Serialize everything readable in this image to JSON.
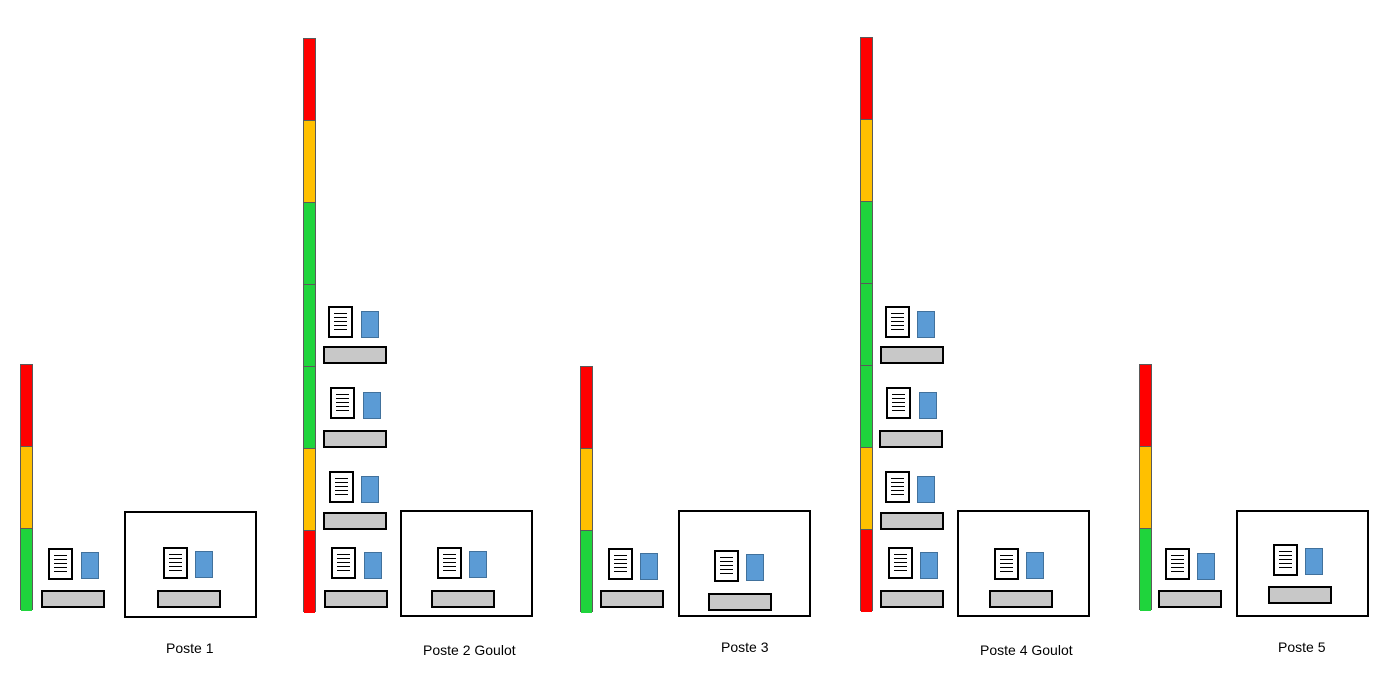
{
  "colors": {
    "red": "#ff0000",
    "orange": "#ffc000",
    "green": "#1fd43c",
    "card_blue": "#5b9bd5",
    "tray_gray": "#c8c8c8"
  },
  "stations": [
    {
      "label": "Poste 1",
      "bottleneck": false,
      "kanban_levels": [
        "red",
        "orange",
        "green"
      ],
      "queued_kits": 1
    },
    {
      "label": "Poste 2 Goulot",
      "bottleneck": true,
      "kanban_levels": [
        "red",
        "orange",
        "green",
        "green",
        "green",
        "orange",
        "red"
      ],
      "queued_kits": 4
    },
    {
      "label": "Poste 3",
      "bottleneck": false,
      "kanban_levels": [
        "red",
        "orange",
        "green"
      ],
      "queued_kits": 1
    },
    {
      "label": "Poste 4 Goulot",
      "bottleneck": true,
      "kanban_levels": [
        "red",
        "orange",
        "green",
        "green",
        "green",
        "orange",
        "red"
      ],
      "queued_kits": 4
    },
    {
      "label": "Poste 5",
      "bottleneck": false,
      "kanban_levels": [
        "red",
        "orange",
        "green"
      ],
      "queued_kits": 1
    }
  ]
}
